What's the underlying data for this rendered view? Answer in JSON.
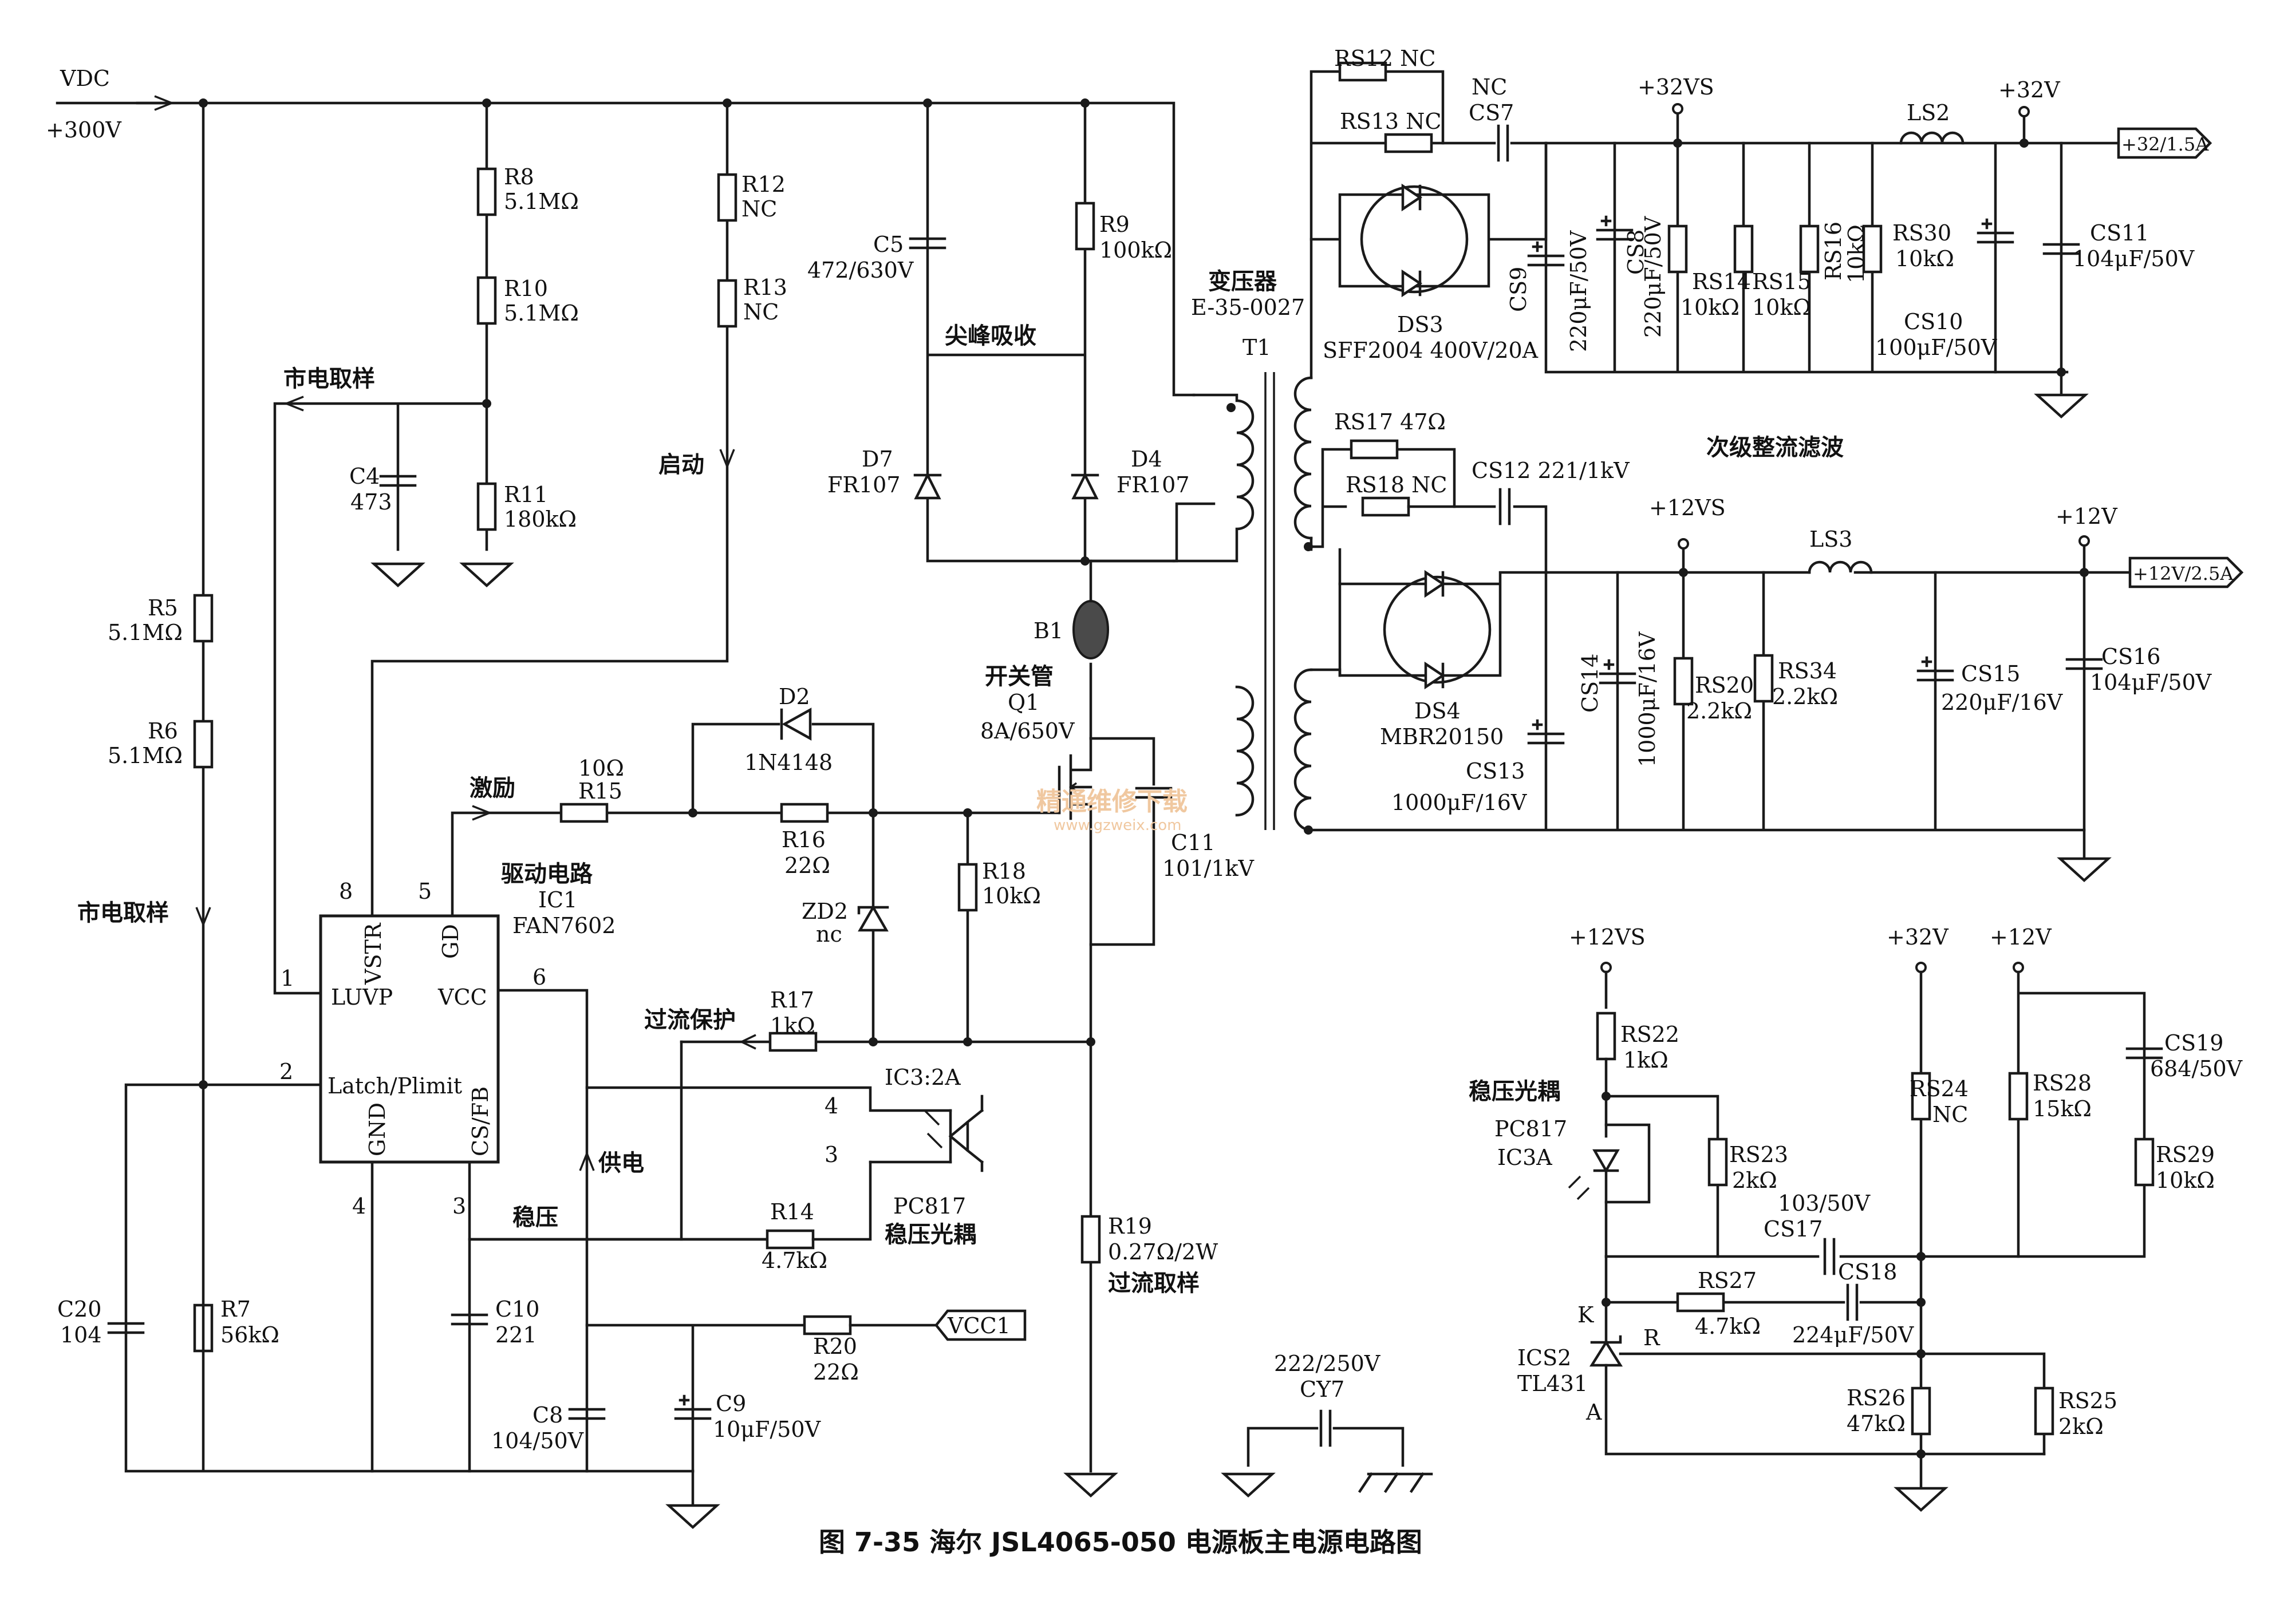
{
  "figure": {
    "caption": "图 7-35   海尔 JSL4065-050 电源板主电源电路图",
    "watermark": "精通维修下载",
    "watermark_url": "www.gzweix.com"
  },
  "rails": {
    "vdc": "VDC",
    "v300": "+300V",
    "v32vs": "+32VS",
    "v32": "+32V",
    "out32": "+32/1.5A",
    "v12vs": "+12VS",
    "v12": "+12V",
    "out12": "+12V/2.5A",
    "fb_12vs": "+12VS",
    "fb_32v": "+32V",
    "fb_12v": "+12V",
    "vcc1": "VCC1"
  },
  "ic1": {
    "title": "驱动电路",
    "ref": "IC1",
    "part": "FAN7602",
    "pins": {
      "vstr": "VSTR",
      "gd": "GD",
      "luvp": "LUVP",
      "vcc": "VCC",
      "latch": "Latch/Plimit",
      "gnd": "GND",
      "csfb": "CS/FB",
      "n1": "1",
      "n2": "2",
      "n3": "3",
      "n4": "4",
      "n5": "5",
      "n6": "6",
      "n8": "8"
    }
  },
  "labels": {
    "mains_sample_top": "市电取样",
    "mains_sample_left": "市电取样",
    "startup": "启动",
    "drive": "激励",
    "spike_absorb": "尖峰吸收",
    "switch_tube": "开关管",
    "ocp": "过流保护",
    "supply": "供电",
    "regulate": "稳压",
    "oc_sense": "过流取样",
    "secondary": "次级整流滤波",
    "opto_left": "稳压光耦",
    "opto_ref_left": "PC817",
    "opto_sub_left": "IC3A",
    "ic3": "IC3:2A",
    "ic3_pin4": "4",
    "ic3_pin3": "3",
    "opto_part": "PC817",
    "opto_name": "稳压光耦",
    "tl_k": "K",
    "tl_r": "R",
    "tl_a": "A"
  },
  "components": {
    "R8": [
      "R8",
      "5.1MΩ"
    ],
    "R10": [
      "R10",
      "5.1MΩ"
    ],
    "R11": [
      "R11",
      "180kΩ"
    ],
    "C4": [
      "C4",
      "473"
    ],
    "R12": [
      "R12",
      "NC"
    ],
    "R13": [
      "R13",
      "NC"
    ],
    "R5": [
      "R5",
      "5.1MΩ"
    ],
    "R6": [
      "R6",
      "5.1MΩ"
    ],
    "R7": [
      "R7",
      "56kΩ"
    ],
    "C20": [
      "C20",
      "104"
    ],
    "C10": [
      "C10",
      "221"
    ],
    "C8": [
      "C8",
      "104/50V"
    ],
    "C9": [
      "C9",
      "10μF/50V"
    ],
    "R20": [
      "R20",
      "22Ω"
    ],
    "R14": [
      "R14",
      "4.7kΩ"
    ],
    "R17": [
      "R17",
      "1kΩ"
    ],
    "R15": [
      "10Ω",
      "R15"
    ],
    "R16": [
      "R16",
      "22Ω"
    ],
    "D2": [
      "D2",
      "1N4148"
    ],
    "ZD2": [
      "ZD2",
      "nc"
    ],
    "R18": [
      "R18",
      "10kΩ"
    ],
    "Q1": [
      "Q1",
      "8A/650V"
    ],
    "C11": [
      "C11",
      "101/1kV"
    ],
    "R19": [
      "R19",
      "0.27Ω/2W"
    ],
    "C5": [
      "C5",
      "472/630V"
    ],
    "R9": [
      "R9",
      "100kΩ"
    ],
    "D7": [
      "D7",
      "FR107"
    ],
    "D4": [
      "D4",
      "FR107"
    ],
    "B1": [
      "B1"
    ],
    "T1": [
      "变压器",
      "E-35-0027",
      "T1"
    ],
    "CY7": [
      "222/250V",
      "CY7"
    ],
    "RS12": [
      "RS12 NC"
    ],
    "RS13": [
      "RS13 NC"
    ],
    "CS7": [
      "NC",
      "CS7"
    ],
    "DS3": [
      "DS3",
      "SFF2004 400V/20A"
    ],
    "CS9": [
      "CS9",
      "220μF/50V"
    ],
    "CS8": [
      "CS8",
      "220μF/50V"
    ],
    "RS14": [
      "RS14",
      "10kΩ"
    ],
    "RS15": [
      "RS15",
      "10kΩ"
    ],
    "RS16": [
      "RS16",
      "10kΩ"
    ],
    "RS30": [
      "RS30",
      "10kΩ"
    ],
    "CS10": [
      "CS10",
      "100μF/50V"
    ],
    "LS2": [
      "LS2"
    ],
    "CS11": [
      "CS11",
      "104μF/50V"
    ],
    "RS17": [
      "RS17 47Ω"
    ],
    "RS18": [
      "RS18 NC"
    ],
    "CS12": [
      "CS12 221/1kV"
    ],
    "DS4": [
      "DS4",
      "MBR20150"
    ],
    "CS13": [
      "CS13",
      "1000μF/16V"
    ],
    "CS14": [
      "CS14",
      "1000μF/16V"
    ],
    "RS20": [
      "RS20",
      "2.2kΩ"
    ],
    "RS34": [
      "RS34",
      "2.2kΩ"
    ],
    "LS3": [
      "LS3"
    ],
    "CS15": [
      "CS15",
      "220μF/16V"
    ],
    "CS16": [
      "CS16",
      "104μF/50V"
    ],
    "RS22": [
      "RS22",
      "1kΩ"
    ],
    "RS23": [
      "RS23",
      "2kΩ"
    ],
    "CS17": [
      "103/50V",
      "CS17"
    ],
    "RS27": [
      "RS27",
      "4.7kΩ"
    ],
    "CS18": [
      "CS18",
      "224μF/50V"
    ],
    "ICS2": [
      "ICS2",
      "TL431"
    ],
    "RS26": [
      "RS26",
      "47kΩ"
    ],
    "RS25": [
      "RS25",
      "2kΩ"
    ],
    "RS24": [
      "RS24",
      "NC"
    ],
    "RS28": [
      "RS28",
      "15kΩ"
    ],
    "CS19": [
      "CS19",
      "684/50V"
    ],
    "RS29": [
      "RS29",
      "10kΩ"
    ]
  }
}
